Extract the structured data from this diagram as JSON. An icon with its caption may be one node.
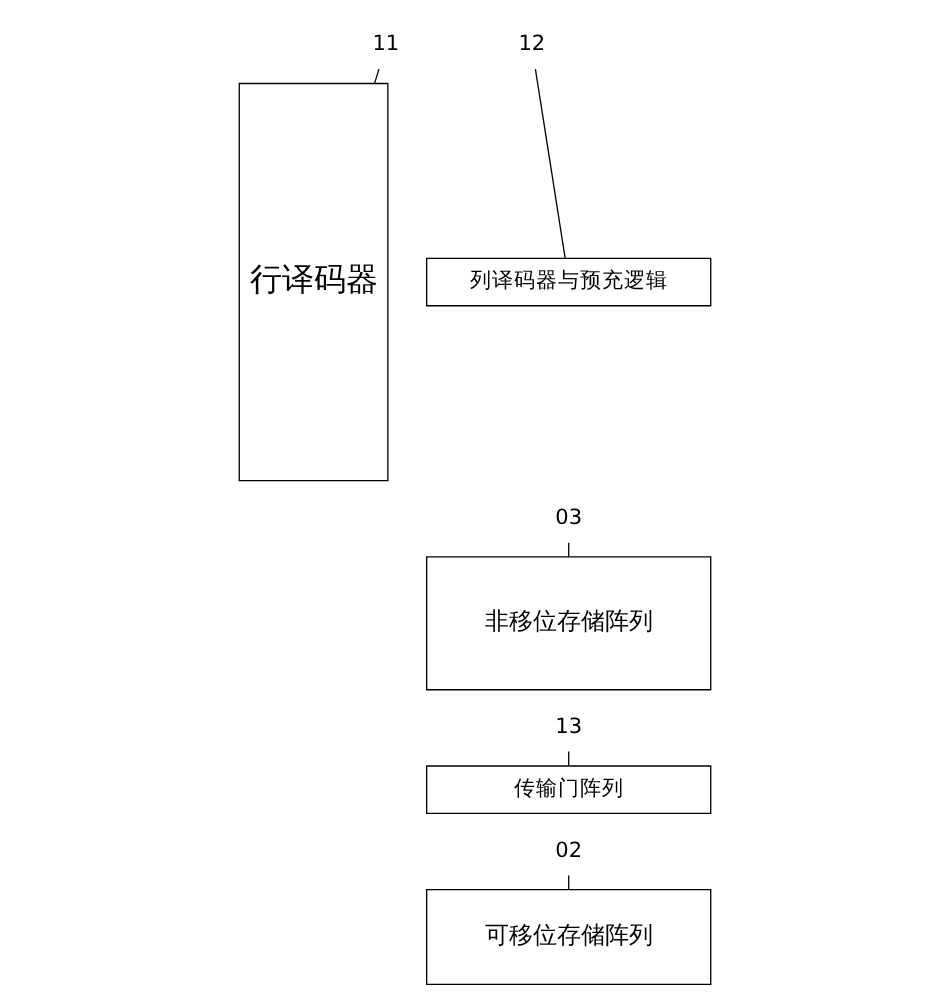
{
  "diagram": {
    "nodes": [
      {
        "text": [
          "11"
        ]
      },
      {
        "text": [
          "行译码器"
        ]
      },
      {
        "text": [
          "12"
        ]
      },
      {
        "text": [
          "列译码器与预充逻辑"
        ]
      },
      {
        "text": [
          "03"
        ]
      },
      {
        "text": [
          "非移位存储阵列"
        ]
      },
      {
        "text": [
          "13"
        ]
      },
      {
        "text": [
          "传输门阵列"
        ]
      },
      {
        "text": [
          "02"
        ]
      },
      {
        "text": [
          "可移位存储阵列"
        ]
      }
    ],
    "edges": [
      {
        "from": 0,
        "to": 1,
        "arrow": "none"
      },
      {
        "from": 2,
        "to": 3,
        "arrow": "none"
      },
      {
        "from": 4,
        "to": 5,
        "arrow": "none"
      },
      {
        "from": 6,
        "to": 7,
        "arrow": "none"
      },
      {
        "from": 8,
        "to": 9,
        "arrow": "none"
      }
    ]
  }
}
